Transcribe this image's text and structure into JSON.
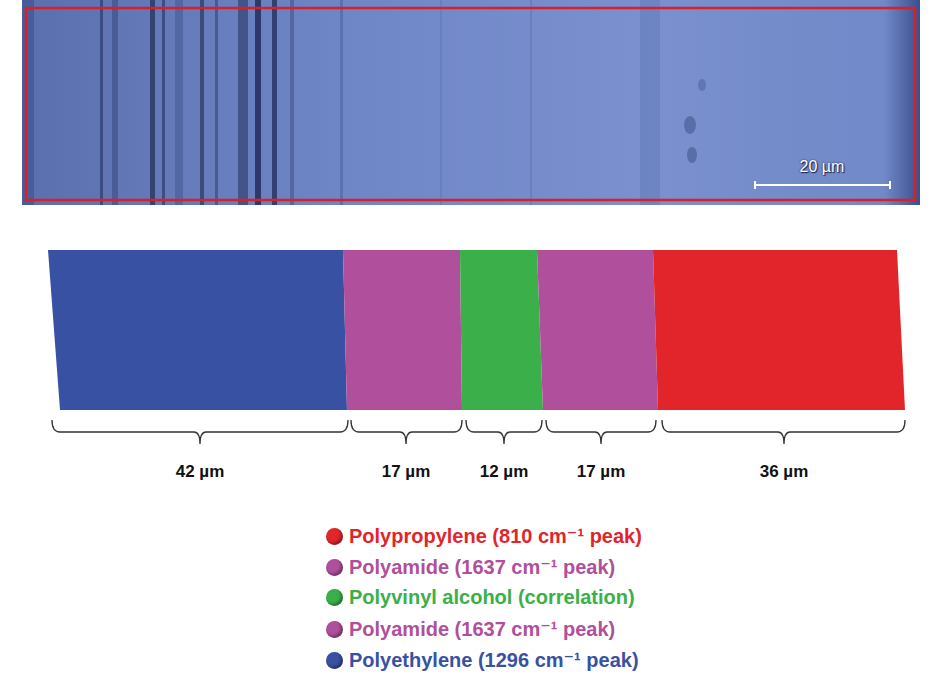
{
  "diagram": {
    "labels": [
      "20 µm",
      "42 µm",
      "17 µm",
      "12 µm",
      "17 µm",
      "36 µm"
    ],
    "legend": [
      {
        "text": "Polypropylene (810 cm⁻¹ peak)",
        "color": "#e2252b"
      },
      {
        "text": "Polyamide (1637 cm⁻¹ peak)",
        "color": "#b04f9b"
      },
      {
        "text": "Polyvinyl alcohol (correlation)",
        "color": "#3bb04a"
      },
      {
        "text": "Polyamide (1637 cm⁻¹ peak)",
        "color": "#b04f9b"
      },
      {
        "text": "Polyethylene (1296 cm⁻¹ peak)",
        "color": "#3851a3"
      }
    ]
  }
}
